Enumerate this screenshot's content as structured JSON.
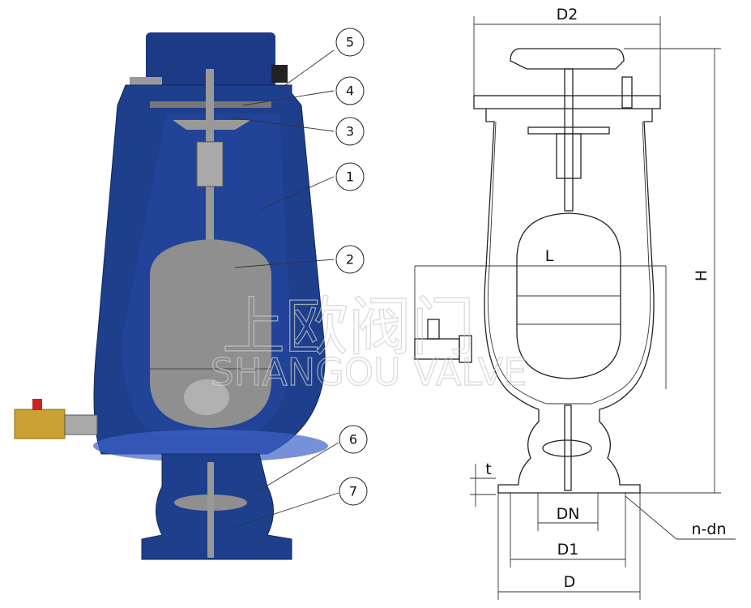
{
  "figure": {
    "callouts": [
      "5",
      "4",
      "3",
      "1",
      "2",
      "6",
      "7"
    ],
    "dimensions": {
      "d2": "D2",
      "h": "H",
      "l": "L",
      "t": "t",
      "dn": "DN",
      "d1": "D1",
      "d": "D",
      "ndn": "n-dn"
    },
    "watermark": {
      "cn": "上欧阀门",
      "en": "SHANGOU VALVE"
    },
    "colors": {
      "body": "#1e3f8c",
      "float": "#8f8f8f",
      "brass": "#c9a233"
    }
  }
}
